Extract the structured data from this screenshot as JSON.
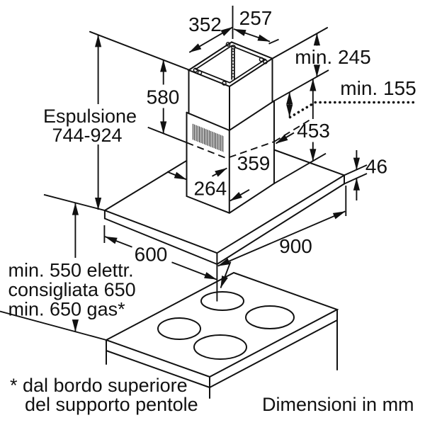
{
  "figure": {
    "kind": "installation drawing - island cooker hood",
    "units_note": "Dimensioni in mm",
    "line_color": "#111111",
    "background": "#ffffff"
  },
  "labels": {
    "chimney_top_depth": "352",
    "chimney_top_width": "257",
    "upper_section_height": "580",
    "exhaust_mode": "Espulsione",
    "exhaust_height_range": "744-924",
    "ceiling_clearance": "min. 245",
    "section_overlap": "min. 155",
    "lower_section_height": "453",
    "lower_section_width": "359",
    "lower_section_depth": "264",
    "hood_depth": "600",
    "hood_width": "900",
    "hood_thickness": "46",
    "cooktop_clearance_line1": "min. 550 elettr.",
    "cooktop_clearance_line2": "consigliata 650",
    "cooktop_clearance_line3": "min. 650 gas*",
    "footnote_line1": "* dal bordo superiore",
    "footnote_line2": "del supporto pentole",
    "units": "Dimensioni in mm"
  }
}
